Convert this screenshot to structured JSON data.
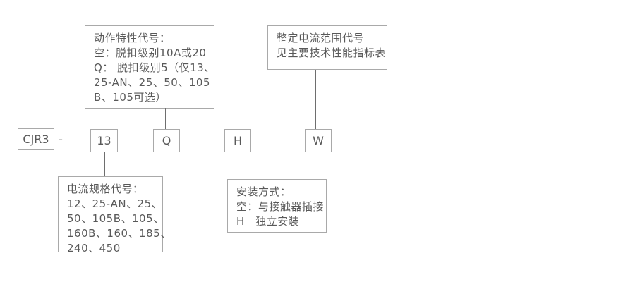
{
  "diagram": {
    "model_prefix": "CJR3",
    "separator": "-",
    "codes": {
      "current_spec": "13",
      "action_characteristic": "Q",
      "mounting": "H",
      "current_range": "W"
    },
    "callouts": {
      "action_characteristic": {
        "lines": [
          "动作特性代号：",
          "空：脱扣级别10A或20",
          "Q： 脱扣级别5（仅13、",
          "25-AN、25、50、105",
          "B、105可选）"
        ]
      },
      "current_range": {
        "lines": [
          "整定电流范围代号",
          "见主要技术性能指标表"
        ]
      },
      "current_spec": {
        "lines": [
          "电流规格代号：",
          "12、25-AN、25、",
          "50、105B、105、",
          "160B、160、185、",
          "240、450"
        ]
      },
      "mounting": {
        "lines": [
          "安装方式：",
          "空：与接触器插接",
          "H　独立安装"
        ]
      }
    },
    "colors": {
      "background": "#ffffff",
      "box_border": "#a9a9a9",
      "connector_line": "#6e6e6e",
      "text": "#595959"
    }
  }
}
